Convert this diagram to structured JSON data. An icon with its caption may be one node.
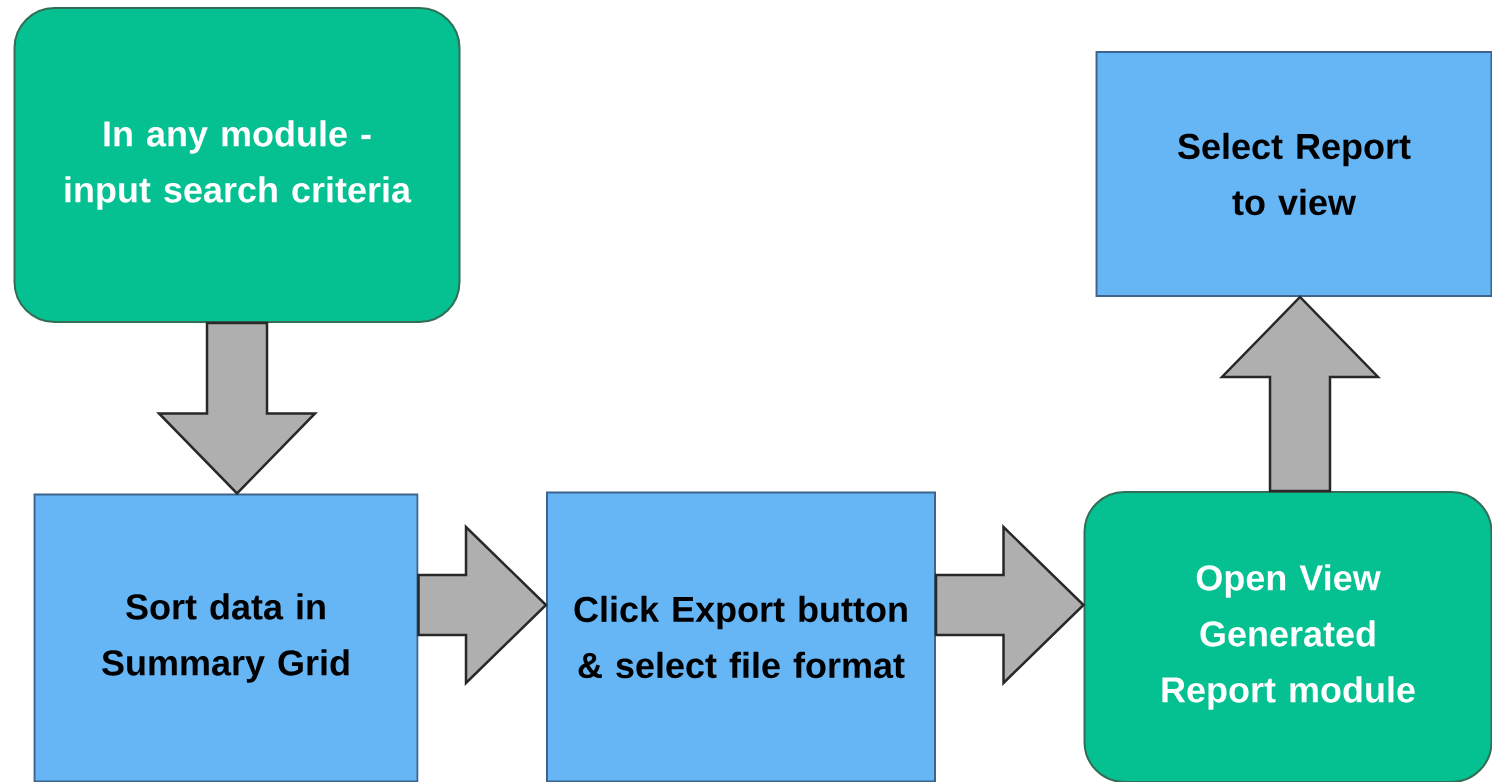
{
  "diagram": {
    "nodes": [
      {
        "text": [
          "In any module - input search criteria"
        ]
      },
      {
        "text": [
          "Sort data in Summary Grid"
        ]
      },
      {
        "text": [
          "Click Export button & select file format"
        ]
      },
      {
        "text": [
          "Open View Generated Report module"
        ]
      },
      {
        "text": [
          "Select Report to view"
        ]
      }
    ],
    "edges": [
      {
        "from": 0,
        "to": 1,
        "arrow": "to"
      },
      {
        "from": 1,
        "to": 2,
        "arrow": "to"
      },
      {
        "from": 2,
        "to": 3,
        "arrow": "to"
      },
      {
        "from": 3,
        "to": 4,
        "arrow": "to"
      }
    ]
  }
}
